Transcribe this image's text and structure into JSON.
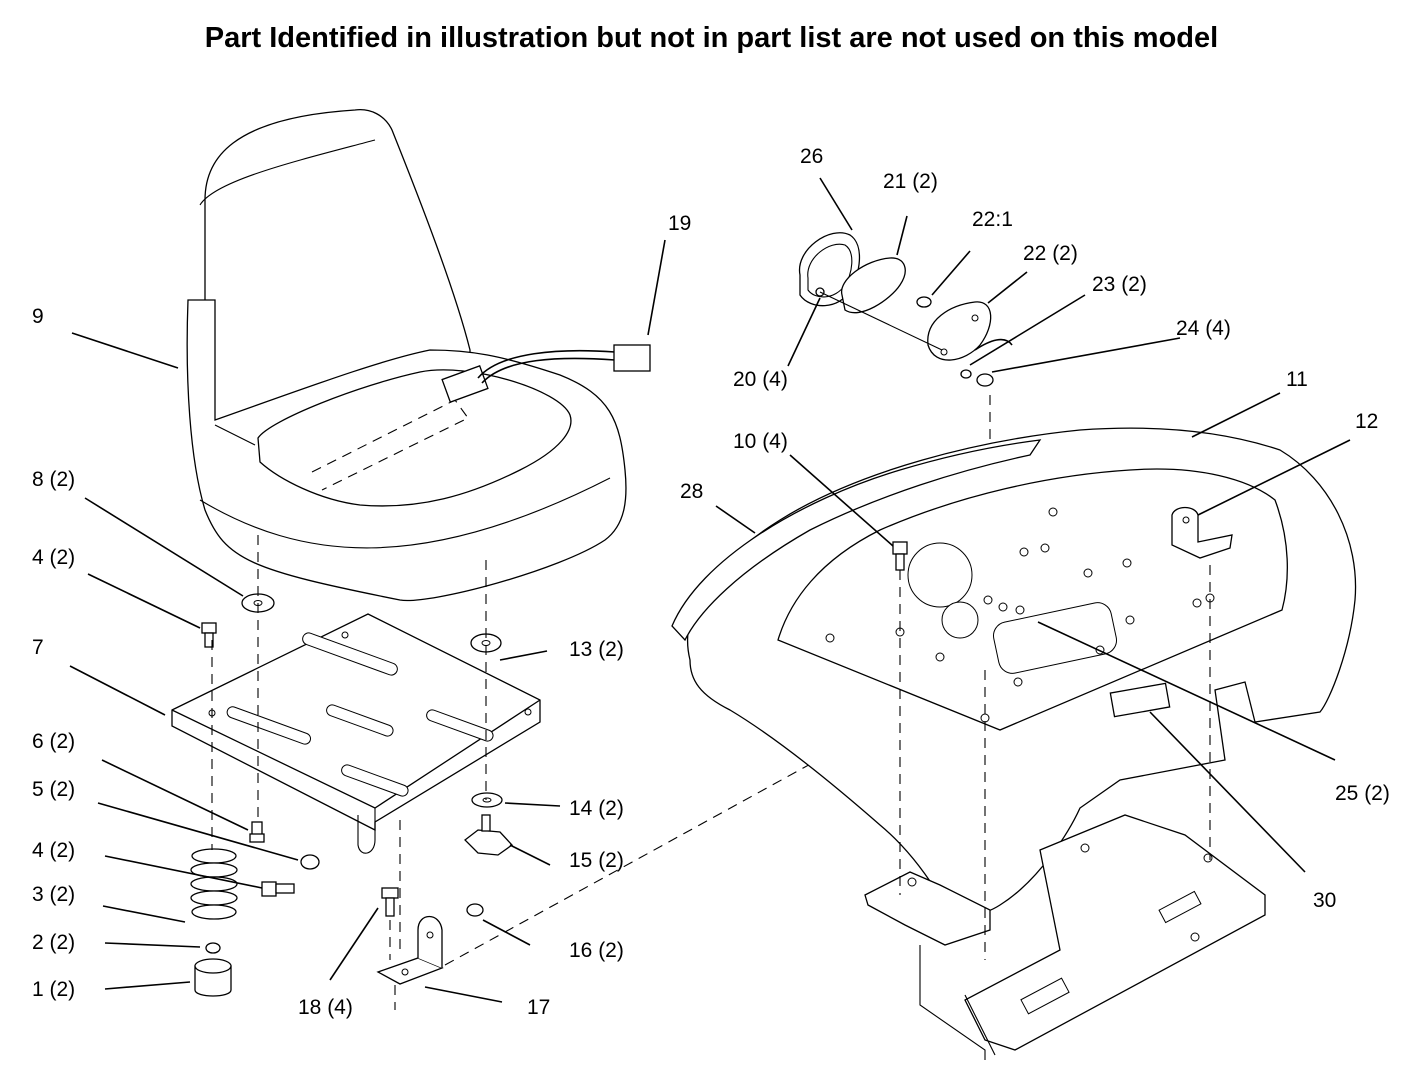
{
  "title": "Part Identified in illustration but not in part list are not used on this model",
  "callouts": {
    "c1": "1 (2)",
    "c2": "2 (2)",
    "c3": "3 (2)",
    "c4a": "4 (2)",
    "c4b": "4 (2)",
    "c5": "5 (2)",
    "c6": "6 (2)",
    "c7": "7",
    "c8": "8 (2)",
    "c9": "9",
    "c10": "10 (4)",
    "c11": "11",
    "c12": "12",
    "c13": "13 (2)",
    "c14": "14 (2)",
    "c15": "15 (2)",
    "c16": "16 (2)",
    "c17": "17",
    "c18": "18 (4)",
    "c19": "19",
    "c20": "20 (4)",
    "c21": "21 (2)",
    "c22a": "22:1",
    "c22b": "22 (2)",
    "c23": "23 (2)",
    "c24": "24 (4)",
    "c25": "25 (2)",
    "c26": "26",
    "c28": "28",
    "c30": "30"
  }
}
